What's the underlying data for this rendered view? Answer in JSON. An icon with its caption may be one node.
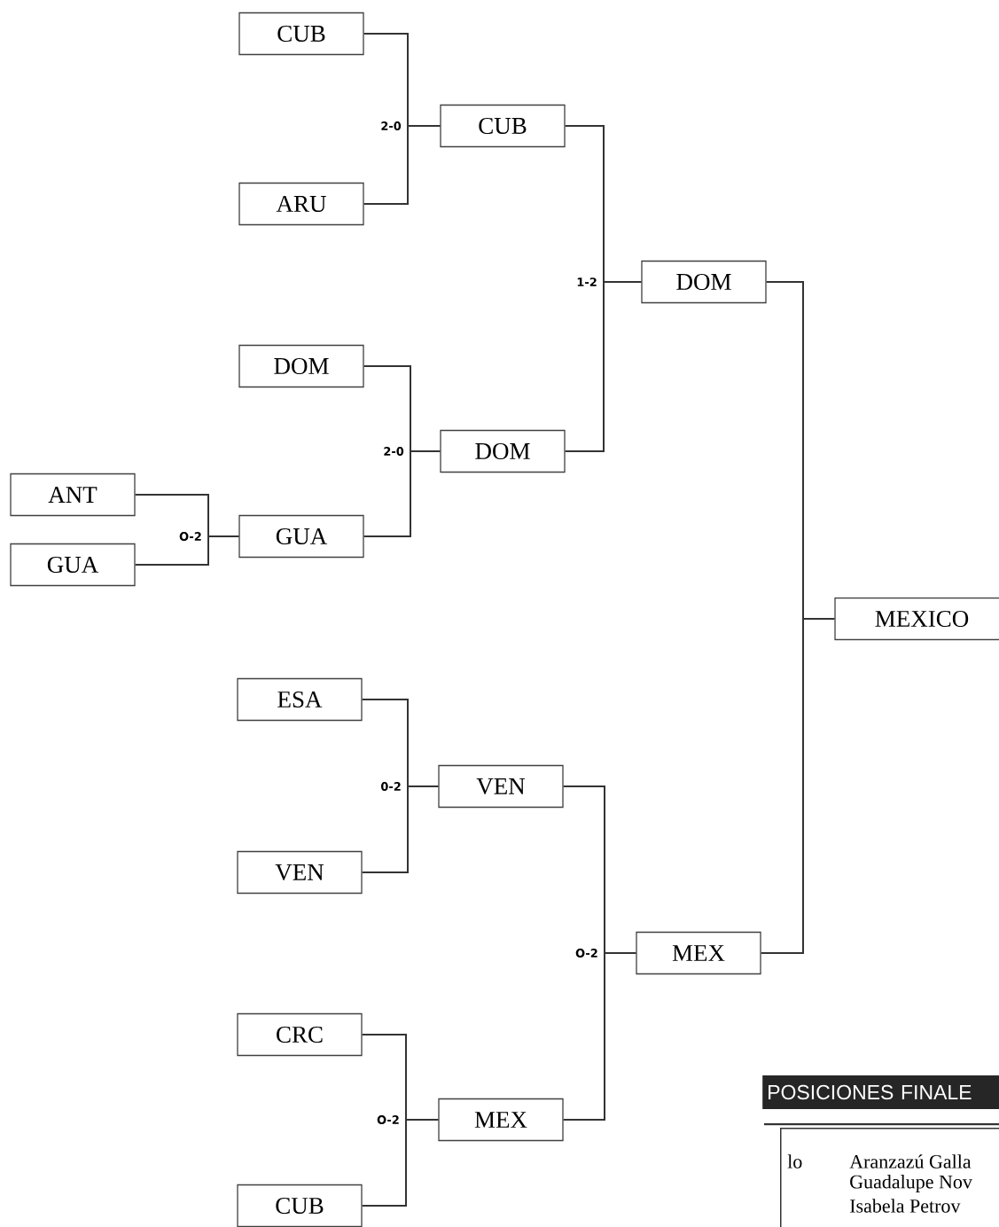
{
  "diagram": {
    "nodes": [
      {
        "text": [
          "CUB"
        ]
      },
      {
        "text": [
          "ARU"
        ]
      },
      {
        "text": [
          "CUB"
        ]
      },
      {
        "text": [
          "DOM"
        ]
      },
      {
        "text": [
          "ANT"
        ]
      },
      {
        "text": [
          "GUA"
        ]
      },
      {
        "text": [
          "GUA"
        ]
      },
      {
        "text": [
          "DOM"
        ]
      },
      {
        "text": [
          "DOM"
        ]
      },
      {
        "text": [
          "MEXICO"
        ]
      },
      {
        "text": [
          "ESA"
        ]
      },
      {
        "text": [
          "VEN"
        ]
      },
      {
        "text": [
          "VEN"
        ]
      },
      {
        "text": [
          "CRC"
        ]
      },
      {
        "text": [
          "CUB"
        ]
      },
      {
        "text": [
          "MEX"
        ]
      },
      {
        "text": [
          "MEX"
        ]
      },
      {
        "text": [
          "POSICIONES FINALE"
        ]
      },
      {
        "text": [
          "lo",
          "Aranzazú Galla",
          "Guadalupe Nov",
          "Isabela Petrov"
        ]
      }
    ],
    "edges": [
      {
        "from": 0,
        "to": 2,
        "arrow": "none",
        "label": "2-0"
      },
      {
        "from": 1,
        "to": 2,
        "arrow": "none"
      },
      {
        "from": 3,
        "to": 7,
        "arrow": "none",
        "label": "2-0"
      },
      {
        "from": 6,
        "to": 7,
        "arrow": "none"
      },
      {
        "from": 4,
        "to": 6,
        "arrow": "none",
        "label": "O-2"
      },
      {
        "from": 5,
        "to": 6,
        "arrow": "none"
      },
      {
        "from": 2,
        "to": 8,
        "arrow": "none",
        "label": "1-2"
      },
      {
        "from": 7,
        "to": 8,
        "arrow": "none"
      },
      {
        "from": 10,
        "to": 12,
        "arrow": "none",
        "label": "0-2"
      },
      {
        "from": 11,
        "to": 12,
        "arrow": "none"
      },
      {
        "from": 13,
        "to": 15,
        "arrow": "none",
        "label": "O-2"
      },
      {
        "from": 14,
        "to": 15,
        "arrow": "none"
      },
      {
        "from": 12,
        "to": 16,
        "arrow": "none",
        "label": "O-2"
      },
      {
        "from": 15,
        "to": 16,
        "arrow": "none"
      },
      {
        "from": 8,
        "to": 9,
        "arrow": "none"
      },
      {
        "from": 16,
        "to": 9,
        "arrow": "none"
      }
    ]
  }
}
